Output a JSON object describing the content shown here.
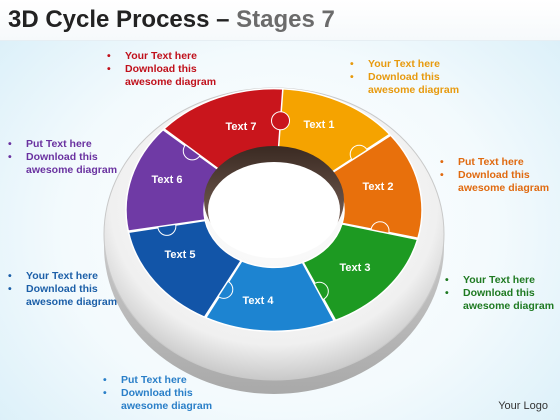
{
  "title": {
    "main": "3D Cycle Process",
    "dash": " – ",
    "sub": "Stages 7"
  },
  "segments": [
    {
      "label": "Text 1",
      "color": "#f5a300"
    },
    {
      "label": "Text 2",
      "color": "#e8700c"
    },
    {
      "label": "Text 3",
      "color": "#1d9a22"
    },
    {
      "label": "Text 4",
      "color": "#1d84d1"
    },
    {
      "label": "Text 5",
      "color": "#1255a8"
    },
    {
      "label": "Text 6",
      "color": "#6f3aa5"
    },
    {
      "label": "Text 7",
      "color": "#c9151c"
    }
  ],
  "notes": [
    {
      "color": "#c0101b",
      "lines": [
        "Your Text here",
        "Download this",
        "awesome diagram"
      ]
    },
    {
      "color": "#e79a0e",
      "lines": [
        "Your Text here",
        "Download this",
        "awesome diagram"
      ]
    },
    {
      "color": "#e06a10",
      "lines": [
        "Put Text here",
        "Download this",
        "awesome diagram"
      ]
    },
    {
      "color": "#1f7a22",
      "lines": [
        "Your Text here",
        "Download this",
        "awesome diagram"
      ]
    },
    {
      "color": "#6a32a0",
      "lines": [
        "Put Text here",
        "Download this",
        "awesome diagram"
      ]
    },
    {
      "color": "#1c5fa8",
      "lines": [
        "Your Text here",
        "Download this",
        "awesome diagram"
      ]
    },
    {
      "color": "#2a7fc8",
      "lines": [
        "Put Text here",
        "Download this",
        "awesome diagram"
      ]
    }
  ],
  "logo": "Your Logo"
}
